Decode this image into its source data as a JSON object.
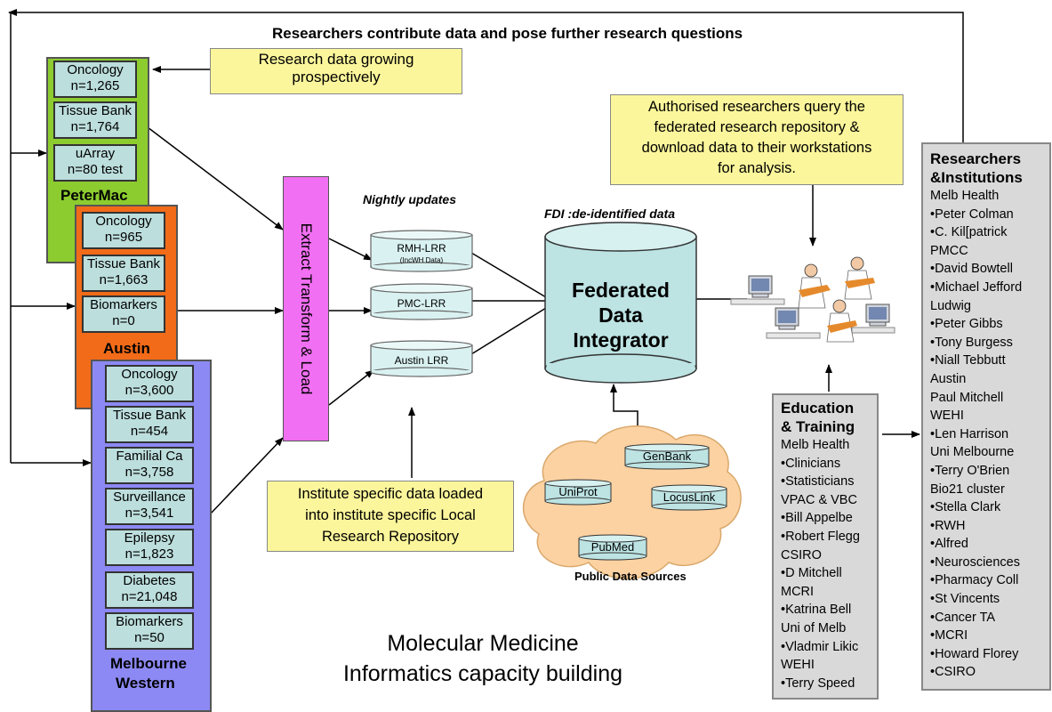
{
  "top_caption": "Researchers contribute data and pose further research questions",
  "institutions": [
    {
      "name": "PeterMac",
      "color": "#8dcc2f",
      "cells": [
        {
          "name": "Oncology",
          "value": "n=1,265"
        },
        {
          "name": "Tissue Bank",
          "value": "n=1,764"
        },
        {
          "name": "uArray",
          "value": "n=80  test"
        }
      ]
    },
    {
      "name": "Austin",
      "color": "#f26b18",
      "cells": [
        {
          "name": "Oncology",
          "value": "n=965"
        },
        {
          "name": "Tissue Bank",
          "value": "n=1,663"
        },
        {
          "name": "Biomarkers",
          "value": "n=0"
        }
      ]
    },
    {
      "name_line1": "Melbourne",
      "name_line2": "Western",
      "color": "#8c89f4",
      "cells": [
        {
          "name": "Oncology",
          "value": "n=3,600"
        },
        {
          "name": "Tissue Bank",
          "value": "n=454"
        },
        {
          "name": "Familial Ca",
          "value": "n=3,758"
        },
        {
          "name": "Surveillance",
          "value": "n=3,541"
        },
        {
          "name": "Epilepsy",
          "value": "n=1,823"
        },
        {
          "name": "Diabetes",
          "value": "n=21,048"
        },
        {
          "name": "Biomarkers",
          "value": "n=50"
        }
      ]
    }
  ],
  "notes": {
    "growing_line1": "Research data growing",
    "growing_line2": "prospectively",
    "query_line1": "Authorised researchers query the",
    "query_line2": "federated research repository &",
    "query_line3": "download data to their workstations",
    "query_line4": "for analysis.",
    "institute_line1": "Institute specific data loaded",
    "institute_line2": "into institute specific Local",
    "institute_line3": "Research Repository"
  },
  "etl_label": "Extract Transform & Load",
  "nightly_label": "Nightly updates",
  "lrr": {
    "rmh": "RMH-LRR",
    "rmh_sub": "(IncWH Data)",
    "pmc": "PMC-LRR",
    "austin": "Austin LRR"
  },
  "fdi_caption": "FDI :de-identified data",
  "fdi": {
    "line1": "Federated",
    "line2": "Data",
    "line3": "Integrator"
  },
  "public_sources": {
    "items": [
      "GenBank",
      "UniProt",
      "LocusLink",
      "PubMed"
    ],
    "caption": "Public Data Sources"
  },
  "education": {
    "title_line1": "Education",
    "title_line2": "& Training",
    "items": [
      "Melb Health",
      "•Clinicians",
      "•Statisticians",
      "VPAC & VBC",
      "•Bill Appelbe",
      "•Robert Flegg",
      "CSIRO",
      "•D Mitchell",
      "MCRI",
      "•Katrina Bell",
      "Uni of Melb",
      "•Vladmir Likic",
      "WEHI",
      "•Terry Speed"
    ]
  },
  "researchers": {
    "title_line1": "Researchers",
    "title_line2": "&Institutions",
    "items": [
      "Melb Health",
      "•Peter Colman",
      "•C. Kil[patrick",
      "PMCC",
      "•David Bowtell",
      "•Michael Jefford",
      "Ludwig",
      "•Peter Gibbs",
      "•Tony Burgess",
      "•Niall Tebbutt",
      "Austin",
      "Paul Mitchell",
      "WEHI",
      "•Len Harrison",
      "Uni Melbourne",
      "•Terry O'Brien",
      "Bio21 cluster",
      "•Stella Clark",
      "•RWH",
      "•Alfred",
      "•Neurosciences",
      "•Pharmacy Coll",
      "•St Vincents",
      "•Cancer TA",
      "•MCRI",
      "•Howard Florey",
      "•CSIRO"
    ]
  },
  "footer": {
    "line1": "Molecular Medicine",
    "line2": "Informatics capacity building"
  }
}
